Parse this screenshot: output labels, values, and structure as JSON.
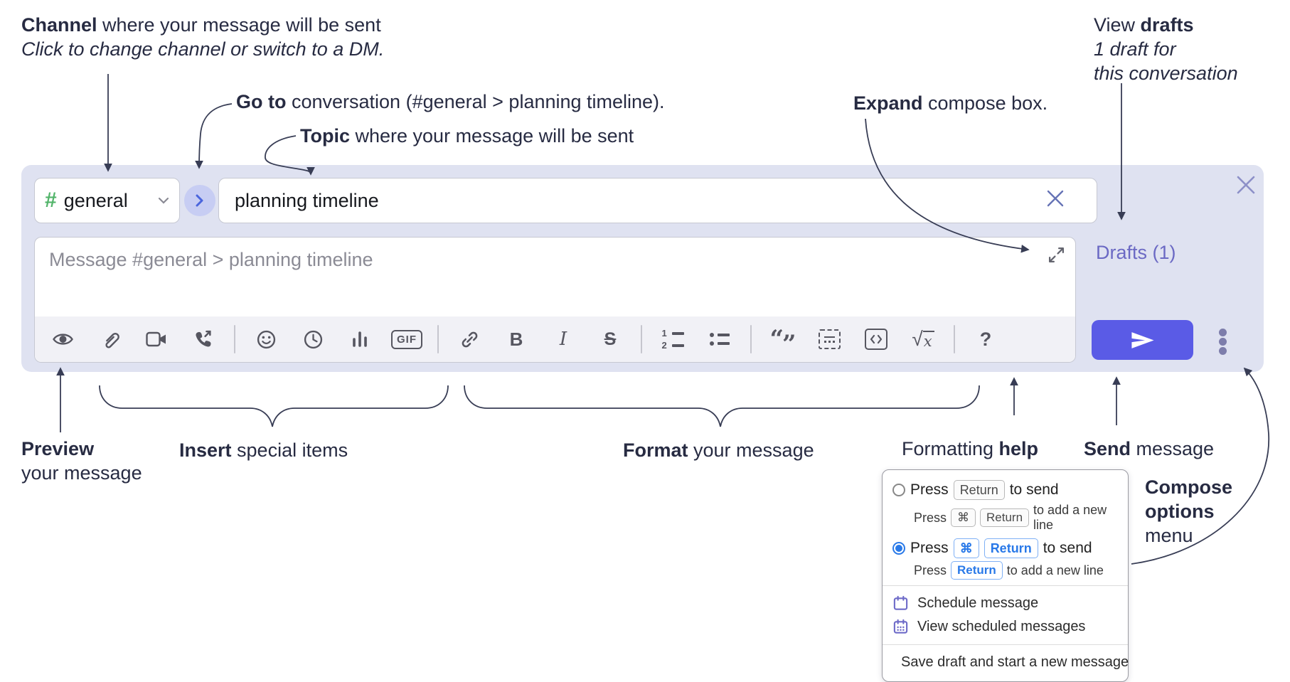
{
  "colors": {
    "container_bg": "#dfe2f1",
    "send_button": "#5a5be6",
    "drafts_link": "#6b69c4",
    "channel_hash_green": "#52b46a",
    "selected_radio_blue": "#2979e8",
    "menu_icon_purple": "#6e6bc8",
    "annotation_text": "#272b42"
  },
  "annotations": {
    "channel": {
      "bold": "Channel",
      "rest": " where your message will be sent",
      "line2": "Click to change channel or switch to a DM."
    },
    "goto": {
      "bold": "Go to",
      "rest": " conversation (#general > planning timeline)."
    },
    "topic": {
      "bold": "Topic",
      "rest": " where your message will be sent"
    },
    "expand": {
      "bold": "Expand",
      "rest": " compose box."
    },
    "drafts": {
      "line1_pre": "View ",
      "line1_bold": "drafts",
      "line2": "1 draft for",
      "line3": "this conversation"
    },
    "preview": {
      "bold": "Preview",
      "line2": "your message"
    },
    "insert": {
      "bold": "Insert",
      "rest": " special items"
    },
    "format": {
      "bold": "Format",
      "rest": " your message"
    },
    "formatting_help": {
      "pre": "Formatting ",
      "bold": "help"
    },
    "send": {
      "bold": "Send",
      "rest": " message"
    },
    "compose_options": {
      "line1": "Compose",
      "line2": "options",
      "line3": "menu"
    }
  },
  "compose_box": {
    "channel_selector": {
      "hash": "#",
      "label": "general"
    },
    "topic_input": {
      "value": "planning timeline"
    },
    "message_input": {
      "placeholder": "Message #general > planning timeline"
    },
    "drafts_link": "Drafts (1)",
    "toolbar_icon_names": [
      "preview-eye",
      "attach-paperclip",
      "start-video-call",
      "start-voice-call",
      "emoji",
      "add-global-time",
      "add-poll",
      "add-gif",
      "link",
      "bold",
      "italic",
      "strikethrough",
      "numbered-list",
      "bulleted-list",
      "quote",
      "spoiler",
      "code",
      "math",
      "message-formatting-help"
    ],
    "glyphs": {
      "gif": "GIF",
      "bold_b": "B",
      "italic_i": "I",
      "strike_s": "S",
      "quote_open": "“",
      "quote_close": "”",
      "sqrt": "√",
      "math_x": "x",
      "help": "?",
      "ol_1": "1",
      "ol_2": "2"
    }
  },
  "popup": {
    "option1": {
      "pre": "Press",
      "kbd": "Return",
      "post": "to send",
      "sub_pre": "Press",
      "sub_kbd1": "⌘",
      "sub_kbd2": "Return",
      "sub_post": "to add a new line"
    },
    "option2": {
      "pre": "Press",
      "kbd1": "⌘",
      "kbd2": "Return",
      "post": "to send",
      "sub_pre": "Press",
      "sub_kbd": "Return",
      "sub_post": "to add a new line"
    },
    "items": [
      "Schedule message",
      "View scheduled messages",
      "Save draft and start a new message"
    ]
  }
}
